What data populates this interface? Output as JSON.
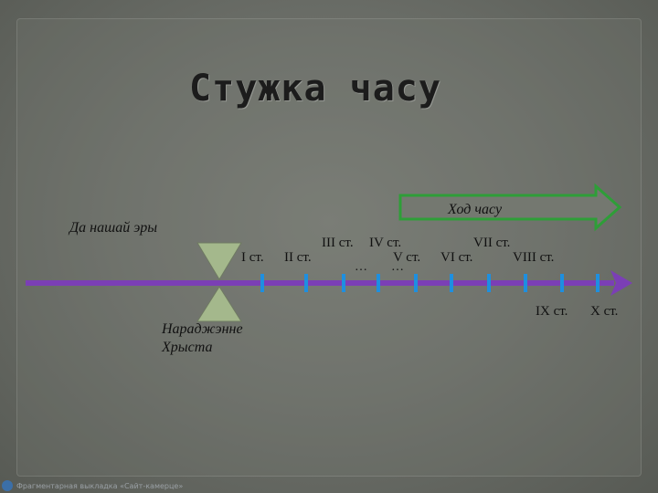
{
  "title": "Стужка часу",
  "flow_label": "Ход часу",
  "era_label": "Да нашай эры",
  "birth_label_1": "Нараджэнне",
  "birth_label_2": "Хрыста",
  "centuries": {
    "c1": "I ст.",
    "c2": "II ст.",
    "c3": "III ст.",
    "c4": "IV ст.",
    "c5": "V ст.",
    "c6": "VI ст.",
    "c7": "VII ст.",
    "c8": "VIII ст.",
    "c9": "IX ст.",
    "c10": "X ст."
  },
  "ellipsis": "…",
  "footer": "Фрагментарная выкладка «Сайт-камерце»",
  "colors": {
    "timeline": "#7b3fb5",
    "ticks": "#1e8fe0",
    "arrow_outline": "#2e9e38",
    "hourglass": "#a4b88c"
  }
}
